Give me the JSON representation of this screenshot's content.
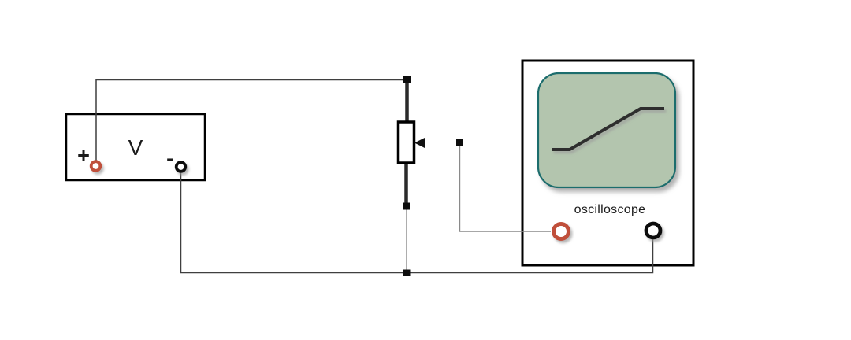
{
  "background": "#ffffff",
  "voltage_source": {
    "label": "V",
    "positive_label": "+",
    "negative_label": "-",
    "positive_terminal_color": "#c0503a",
    "negative_terminal_color": "#0d0d0d"
  },
  "potentiometer": {
    "type": "vertical resistor with left-pointing wiper arrow",
    "body_fill": "#ffffff",
    "body_border": "#000000"
  },
  "oscilloscope": {
    "label": "oscilloscope",
    "screen": {
      "fill": "#b3c5ae",
      "border": "#1d6d6d",
      "waveform_points": "700,190 723,190 813,138 843,138",
      "waveform_color": "#2e2e2e",
      "waveform_description": "ramp signal: low flat segment, rising slope, high flat segment"
    },
    "red_terminal_color": "#c0503a",
    "black_terminal_color": "#0d0d0d"
  },
  "colors": {
    "outline": "#000000",
    "wire_dark": "#3f3f3f",
    "wire_gray": "#8a8a8a",
    "wire_thick": "#2a2a2a",
    "junction": "#0d0d0d",
    "arrow": "#111111"
  }
}
